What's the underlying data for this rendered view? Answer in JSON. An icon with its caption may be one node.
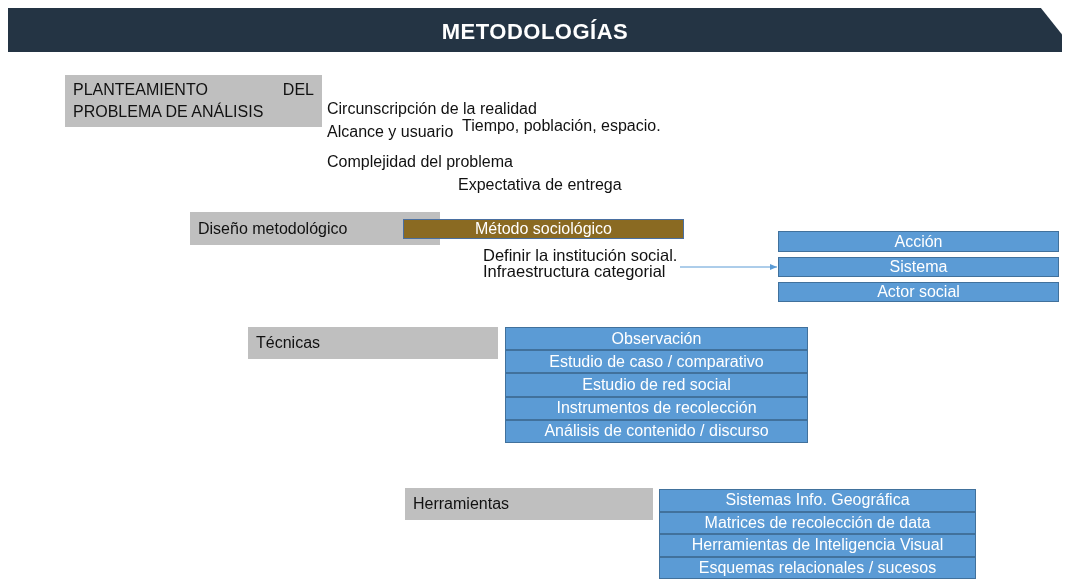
{
  "diagram": {
    "title": "METODOLOGÍAS",
    "nodes": [
      {
        "text": [
          "PLANTEAMIENTO DEL PROBLEMA DE ANÁLISIS"
        ]
      },
      {
        "text": [
          "Diseño metodológico"
        ]
      },
      {
        "text": [
          "Método sociológico"
        ]
      },
      {
        "text": [
          "Definir la institución social.",
          "Infraestructura categorial"
        ]
      },
      {
        "text": [
          "Acción"
        ]
      },
      {
        "text": [
          "Sistema"
        ]
      },
      {
        "text": [
          "Actor social"
        ]
      },
      {
        "text": [
          "Técnicas"
        ]
      },
      {
        "text": [
          "Observación"
        ]
      },
      {
        "text": [
          "Estudio de caso / comparativo"
        ]
      },
      {
        "text": [
          "Estudio de red social"
        ]
      },
      {
        "text": [
          "Instrumentos de recolección"
        ]
      },
      {
        "text": [
          "Análisis de contenido / discurso"
        ]
      },
      {
        "text": [
          "Herramientas"
        ]
      },
      {
        "text": [
          "Sistemas Info. Geográfica"
        ]
      },
      {
        "text": [
          "Matrices de recolección de data"
        ]
      },
      {
        "text": [
          "Herramientas de Inteligencia Visual"
        ]
      },
      {
        "text": [
          "Esquemas relacionales / sucesos"
        ]
      }
    ],
    "edges": [
      {
        "from": 3,
        "to": 5,
        "arrow": "to"
      }
    ],
    "labels": [
      "Circunscripción de la realidad",
      "Tiempo, población, espacio.",
      "Alcance y usuario",
      "Complejidad del problema",
      "Expectativa de entrega"
    ]
  }
}
